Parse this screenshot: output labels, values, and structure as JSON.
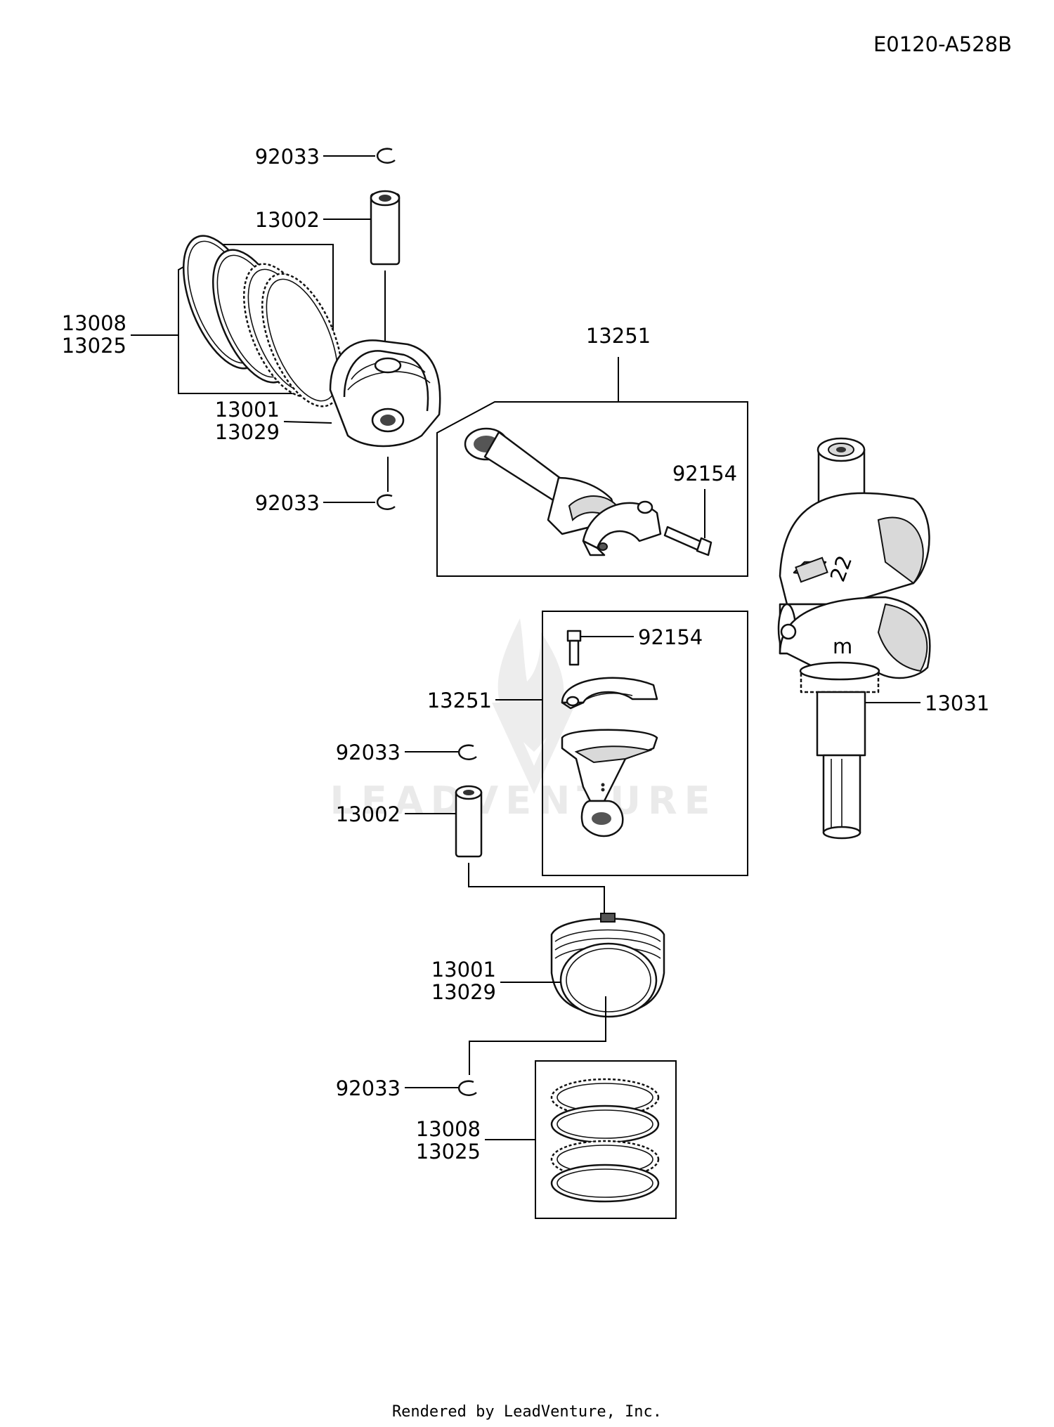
{
  "ref_code": "E0120-A528B",
  "footer": "Rendered by LeadVenture, Inc.",
  "watermark": "LEADVENTURE",
  "callouts": {
    "top_circlip_a": "92033",
    "top_pin": "13002",
    "top_rings_a": "13008",
    "top_rings_b": "13025",
    "top_piston_a": "13001",
    "top_piston_b": "13029",
    "top_circlip_b": "92033",
    "top_conrod": "13251",
    "top_conrod_bolt": "92154",
    "bottom_conrod_bolt": "92154",
    "bottom_conrod": "13251",
    "crankshaft": "13031",
    "bottom_circlip_a": "92033",
    "bottom_pin": "13002",
    "bottom_piston_a": "13001",
    "bottom_piston_b": "13029",
    "bottom_circlip_b": "92033",
    "bottom_rings_a": "13008",
    "bottom_rings_b": "13025"
  },
  "crank_markings": {
    "upper": "22",
    "lower": "m"
  }
}
